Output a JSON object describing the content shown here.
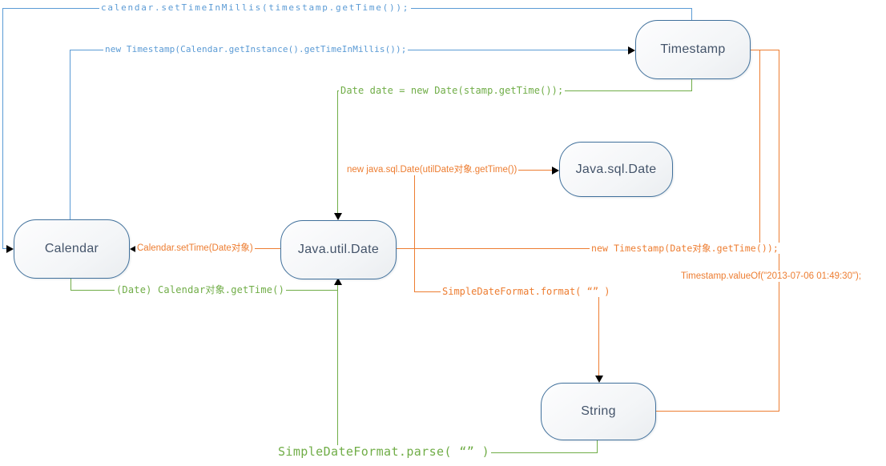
{
  "colors": {
    "blue": "#5B9BD5",
    "green": "#70AD47",
    "orange": "#ED7D31",
    "node_border": "#41719C",
    "node_text": "#44546A"
  },
  "nodes": {
    "calendar": {
      "label": "Calendar"
    },
    "timestamp": {
      "label": "Timestamp"
    },
    "java_util_date": {
      "label": "Java.util.Date"
    },
    "java_sql_date": {
      "label": "Java.sql.Date"
    },
    "string": {
      "label": "String"
    }
  },
  "edges": {
    "timestamp_to_calendar": {
      "from": "Timestamp",
      "to": "Calendar",
      "color": "#5B9BD5",
      "label": "calendar.setTimeInMillis(timestamp.getTime());"
    },
    "calendar_to_timestamp": {
      "from": "Calendar",
      "to": "Timestamp",
      "color": "#5B9BD5",
      "label": "new Timestamp(Calendar.getInstance().getTimeInMillis());"
    },
    "timestamp_to_java_util_date": {
      "from": "Timestamp",
      "to": "Java.util.Date",
      "color": "#70AD47",
      "label": "Date date = new Date(stamp.getTime());"
    },
    "java_util_date_to_java_sql_date": {
      "from": "Java.util.Date",
      "to": "Java.sql.Date",
      "color": "#ED7D31",
      "label": "new java.sql.Date(utilDate对象.getTime())"
    },
    "java_util_date_to_calendar": {
      "from": "Java.util.Date",
      "to": "Calendar",
      "color": "#ED7D31",
      "label": "Calendar.setTime(Date对象)"
    },
    "java_util_date_to_timestamp": {
      "from": "Java.util.Date",
      "to": "Timestamp",
      "color": "#ED7D31",
      "label": "new Timestamp(Date对象.getTime());"
    },
    "string_to_timestamp": {
      "from": "String",
      "to": "Timestamp",
      "color": "#ED7D31",
      "label": "Timestamp.valueOf(\"2013-07-06 01:49:30\");"
    },
    "java_util_date_to_string": {
      "from": "Java.util.Date",
      "to": "String",
      "color": "#ED7D31",
      "label": "SimpleDateFormat.format( “” )"
    },
    "calendar_to_java_util_date": {
      "from": "Calendar",
      "to": "Java.util.Date",
      "color": "#70AD47",
      "label": "(Date) Calendar对象.getTime()"
    },
    "string_to_java_util_date": {
      "from": "String",
      "to": "Java.util.Date",
      "color": "#70AD47",
      "label": "SimpleDateFormat.parse( “” )"
    }
  }
}
